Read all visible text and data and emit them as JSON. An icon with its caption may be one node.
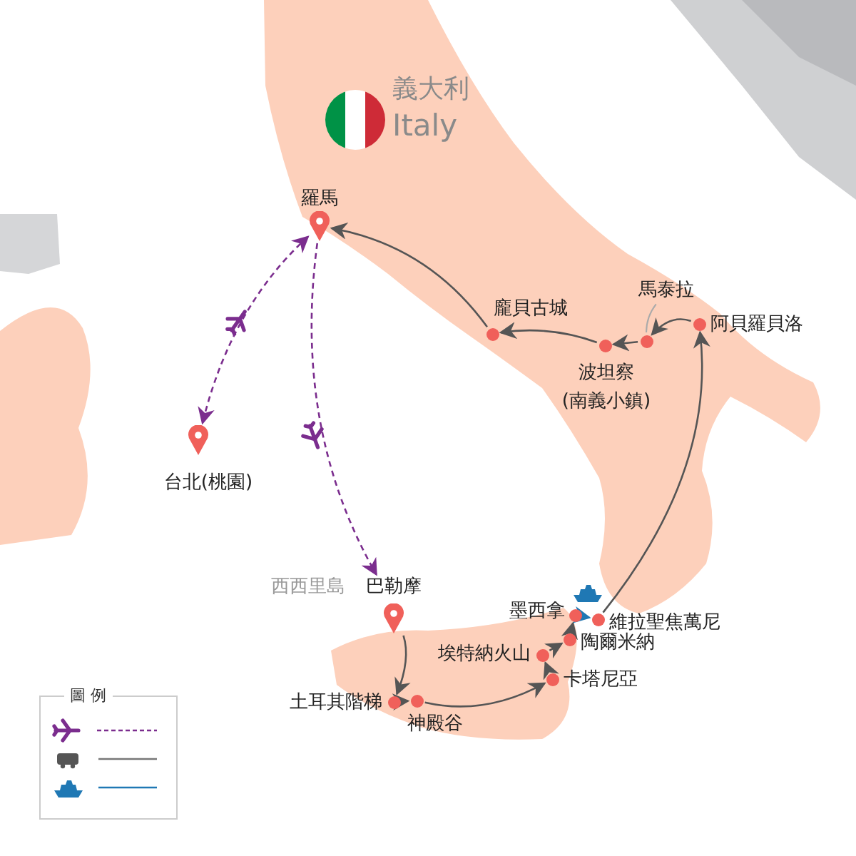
{
  "diagram": {
    "nodes": [
      {
        "text": [],
        "shape": "pin",
        "beside": [
          "羅馬"
        ]
      },
      {
        "text": [],
        "shape": "pin",
        "beside": [
          "台北(桃園)"
        ]
      },
      {
        "text": [
          "巴勒摩"
        ]
      },
      {
        "text": [],
        "shape": "circle",
        "beside": [
          "土耳其階梯"
        ]
      },
      {
        "text": [],
        "shape": "circle",
        "beside": [
          "神殿谷"
        ]
      },
      {
        "text": [],
        "shape": "circle",
        "beside": [
          "卡塔尼亞"
        ]
      },
      {
        "text": [],
        "shape": "circle",
        "beside": [
          "埃特納火山"
        ]
      },
      {
        "text": [],
        "shape": "circle",
        "beside": [
          "陶爾米納"
        ]
      },
      {
        "text": [],
        "shape": "circle",
        "beside": [
          "墨西拿"
        ]
      },
      {
        "text": [],
        "shape": "circle",
        "beside": [
          "維拉聖焦萬尼"
        ]
      },
      {
        "text": [],
        "shape": "circle",
        "beside": [
          "阿貝羅貝洛"
        ]
      },
      {
        "text": [],
        "shape": "circle"
      },
      {
        "text": [],
        "shape": "circle",
        "beside": [
          "波坦察 (南義小鎮)"
        ]
      },
      {
        "text": [],
        "shape": "circle",
        "beside": [
          "龐貝古城"
        ]
      },
      {
        "text": [
          "馬泰拉"
        ]
      }
    ],
    "edges": [
      {
        "from": 0,
        "to": 1,
        "arrow": "both",
        "style": "dashed",
        "color": "#7b2d8e"
      },
      {
        "from": 0,
        "to": 2,
        "arrow": "to",
        "style": "dashed",
        "color": "#7b2d8e"
      },
      {
        "from": 2,
        "to": 3,
        "arrow": "to"
      },
      {
        "from": 3,
        "to": 4,
        "arrow": "to"
      },
      {
        "from": 4,
        "to": 5,
        "arrow": "to"
      },
      {
        "from": 5,
        "to": 6,
        "arrow": "to"
      },
      {
        "from": 6,
        "to": 7,
        "arrow": "to"
      },
      {
        "from": 7,
        "to": 8,
        "arrow": "to"
      },
      {
        "from": 8,
        "to": 9,
        "arrow": "to",
        "color": "#1f78b4"
      },
      {
        "from": 9,
        "to": 10,
        "arrow": "to"
      },
      {
        "from": 10,
        "to": 11,
        "arrow": "to"
      },
      {
        "from": 11,
        "to": 12,
        "arrow": "to"
      },
      {
        "from": 12,
        "to": 13,
        "arrow": "to"
      },
      {
        "from": 13,
        "to": 0,
        "arrow": "to"
      },
      {
        "from": 14,
        "to": 11,
        "arrow": "none",
        "color": "#aaaaaa"
      }
    ],
    "labels": [
      "義大利",
      "Italy",
      "西西里島",
      "圖 例"
    ]
  }
}
